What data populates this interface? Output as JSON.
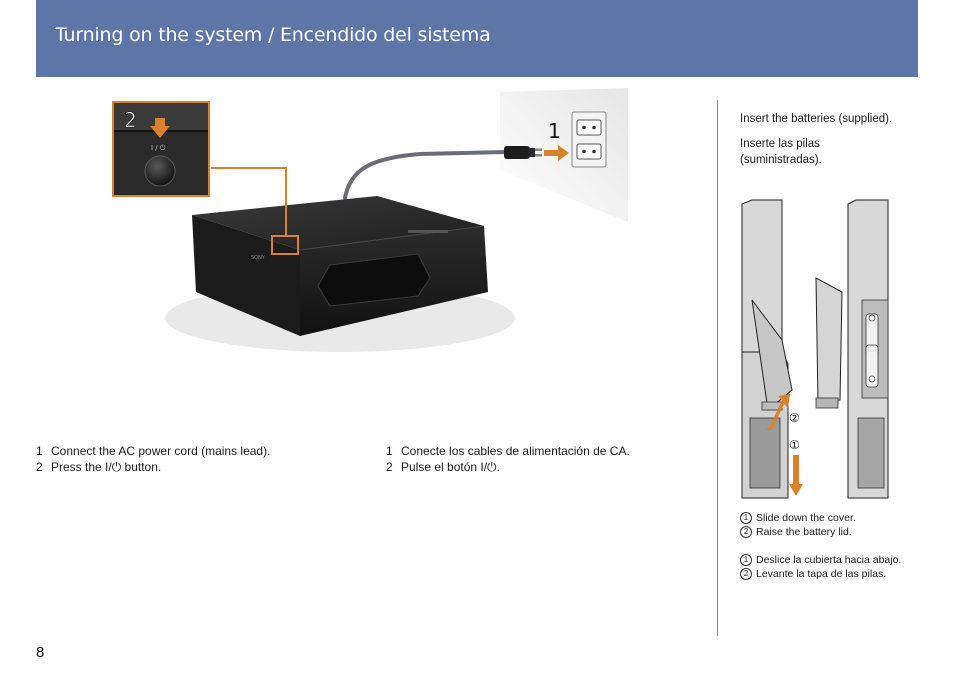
{
  "header": {
    "title": "Turning on the system / Encendido del sistema"
  },
  "illustration": {
    "callout_step_main": "1",
    "callout_step_inset": "2",
    "button_label": "I / ⏻",
    "brand": "SONY"
  },
  "steps_en": [
    {
      "num": "1",
      "text": "Connect the AC power cord (mains lead)."
    },
    {
      "num": "2",
      "text": "Press the I/⏻ button."
    }
  ],
  "steps_es": [
    {
      "num": "1",
      "text": "Conecte los cables de alimentación de CA."
    },
    {
      "num": "2",
      "text": "Pulse el botón I/⏻."
    }
  ],
  "batteries": {
    "instruction_en": "Insert the batteries (supplied).",
    "instruction_es": "Inserte las pilas (suministradas).",
    "marker_1": "①",
    "marker_2": "②",
    "notes_en": [
      {
        "marker": "1",
        "text": "Slide down the cover."
      },
      {
        "marker": "2",
        "text": "Raise the battery lid."
      }
    ],
    "notes_es": [
      {
        "marker": "1",
        "text": "Deslice la cubierta hacia abajo."
      },
      {
        "marker": "2",
        "text": "Levante la tapa de las pilas."
      }
    ]
  },
  "page_number": "8",
  "colors": {
    "banner": "#5e75a8",
    "accent": "#d9822b"
  }
}
